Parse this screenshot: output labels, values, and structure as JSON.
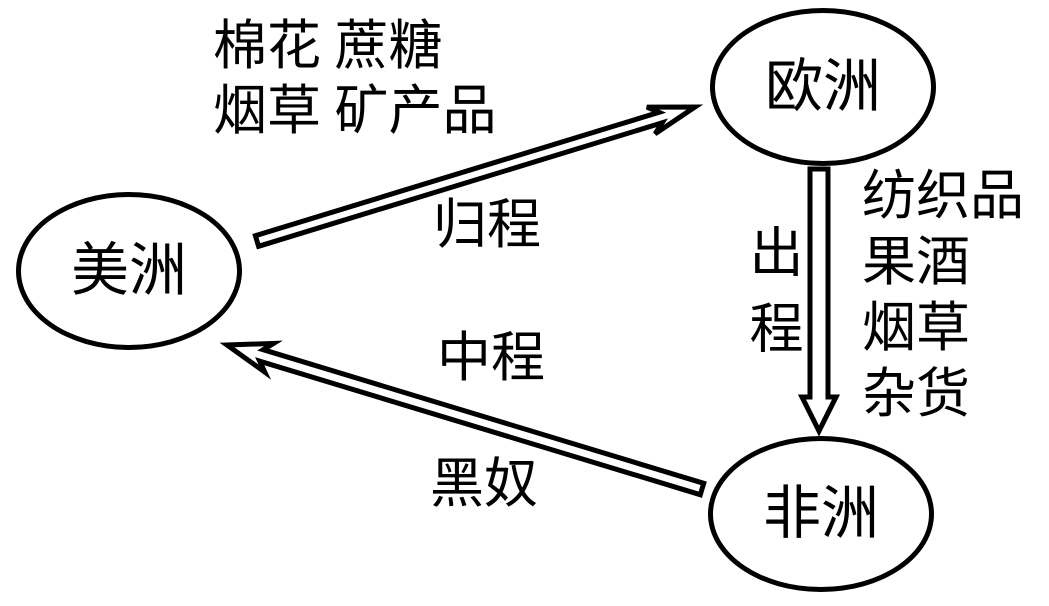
{
  "diagram": {
    "background_color": "#ffffff",
    "ink_color": "#000000",
    "nodes": {
      "america": {
        "label": "美洲"
      },
      "europe": {
        "label": "欧洲"
      },
      "africa": {
        "label": "非洲"
      }
    },
    "edges": {
      "return": {
        "from": "america",
        "to": "europe",
        "leg_label": "归程",
        "cargo_lines": [
          "棉花 蔗糖",
          "烟草 矿产品"
        ]
      },
      "outbound": {
        "from": "europe",
        "to": "africa",
        "leg_label": "出程",
        "cargo_lines": [
          "纺织品",
          "果酒",
          "烟草",
          "杂货"
        ]
      },
      "middle": {
        "from": "africa",
        "to": "america",
        "leg_label": "中程",
        "cargo_lines": [
          "黑奴"
        ]
      }
    }
  }
}
